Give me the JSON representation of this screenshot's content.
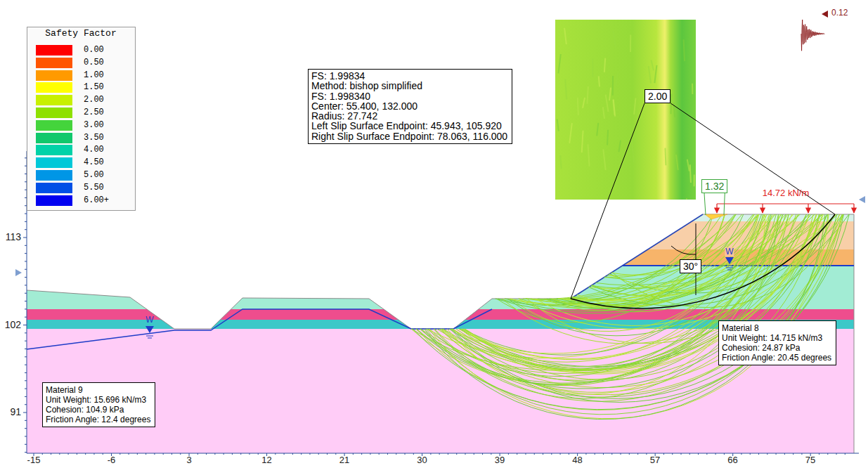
{
  "diagram": {
    "nodes": [
      {
        "text": [
          "FS: 1.99834",
          "Method: bishop simplified",
          "FS: 1.998340",
          "Center: 55.400, 132.000",
          "Radius: 27.742",
          "Left Slip Surface Endpoint: 45.943, 105.920",
          "Right Slip Surface Endpoint: 78.063, 116.000"
        ]
      },
      {
        "text": [
          "2.00"
        ]
      },
      {
        "text": [
          "1.32"
        ]
      },
      {
        "text": [
          "30°"
        ]
      },
      {
        "text": [
          "Material 8",
          "Unit Weight: 14.715 kN/m3",
          "Cohesion: 24.87 kPa",
          "Friction Angle: 20.45 degrees"
        ]
      },
      {
        "text": [
          "Material 9",
          "Unit Weight: 15.696 kN/m3",
          "Cohesion: 104.9 kPa",
          "Friction Angle: 12.4 degrees"
        ]
      }
    ],
    "labels": [
      "Safety Factor",
      "0.12",
      "14.72 kN/m",
      "W",
      "W",
      "113",
      "102",
      "91",
      "-15",
      "-6",
      "3",
      "12",
      "21",
      "30",
      "39",
      "48",
      "57",
      "66",
      "75"
    ],
    "legend": [
      {
        "text": "0.00",
        "color": "#ff0000"
      },
      {
        "text": "0.50",
        "color": "#ff5500"
      },
      {
        "text": "1.00",
        "color": "#ff9a00"
      },
      {
        "text": "1.50",
        "color": "#ffff00"
      },
      {
        "text": "2.00",
        "color": "#c8f000"
      },
      {
        "text": "2.50",
        "color": "#8ee000"
      },
      {
        "text": "3.00",
        "color": "#44d43c"
      },
      {
        "text": "3.50",
        "color": "#10c86c"
      },
      {
        "text": "4.00",
        "color": "#00d2a8"
      },
      {
        "text": "4.50",
        "color": "#00c8d8"
      },
      {
        "text": "5.00",
        "color": "#0096e6"
      },
      {
        "text": "5.50",
        "color": "#0050e6"
      },
      {
        "text": "6.00+",
        "color": "#0000f0"
      }
    ]
  }
}
